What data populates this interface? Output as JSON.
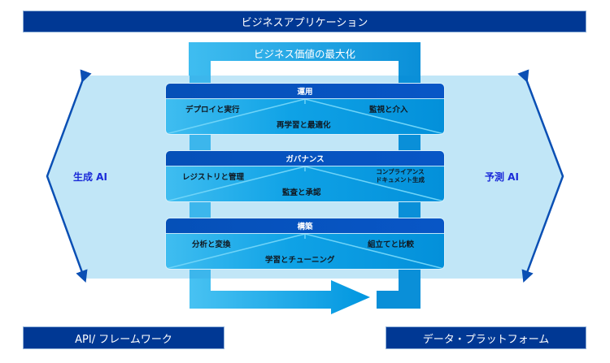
{
  "header": {
    "title": "ビジネスアプリケーション"
  },
  "frame": {
    "title": "ビジネス価値の最大化"
  },
  "sides": {
    "left": "生成 AI",
    "right": "予測 AI"
  },
  "panels": [
    {
      "title": "運用",
      "left": "デプロイと実行",
      "center": "再学習と最適化",
      "right": "監視と介入",
      "right_lines": [
        "監視と介入"
      ]
    },
    {
      "title": "ガバナンス",
      "left": "レジストリと管理",
      "center": "監査と承認",
      "right": "コンプライアンス ドキュメント生成",
      "right_lines": [
        "コンプライアンス",
        "ドキュメント生成"
      ]
    },
    {
      "title": "構築",
      "left": "分析と変換",
      "center": "学習とチューニング",
      "right": "組立てと比較",
      "right_lines": [
        "組立てと比較"
      ]
    }
  ],
  "footer": {
    "left": "API/ フレームワーク",
    "right": "データ・プラットフォーム"
  },
  "colors": {
    "navy": "#003894",
    "panel_head": "#0550b8",
    "light_bg": "#c1e6f7",
    "arrow": "#1aa6e8",
    "side_text": "#1a2ad8",
    "outline": "#0a4fb4"
  }
}
